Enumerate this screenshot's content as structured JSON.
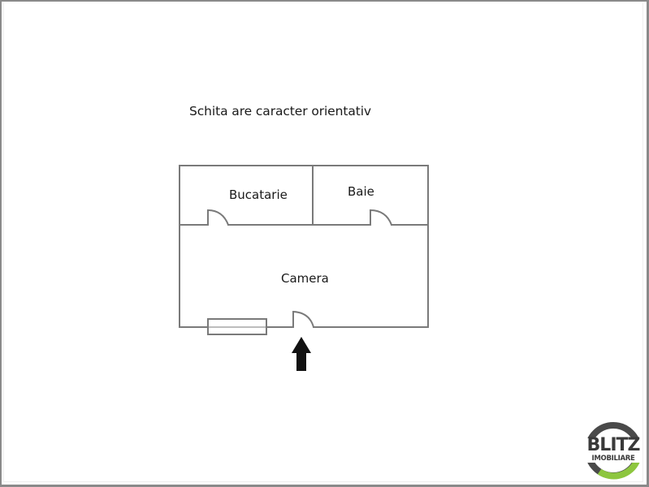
{
  "note": "Schita are caracter orientativ",
  "rooms": {
    "bucatarie": "Bucatarie",
    "baie": "Baie",
    "camera": "Camera"
  },
  "plan_elements": {
    "doors": [
      "bucatarie-door",
      "baie-door",
      "entrance-door"
    ],
    "window": "window-bottom-wall",
    "entrance_arrow": "arrow-up"
  },
  "logo": {
    "line1": "BLITZ",
    "line2": "IMOBILIARE",
    "ring_color": "#4a4a4a",
    "accent_color": "#8dc63f"
  },
  "colors": {
    "wall": "#7a7a7a",
    "arrow": "#111111",
    "border": "#8a8a8a"
  }
}
